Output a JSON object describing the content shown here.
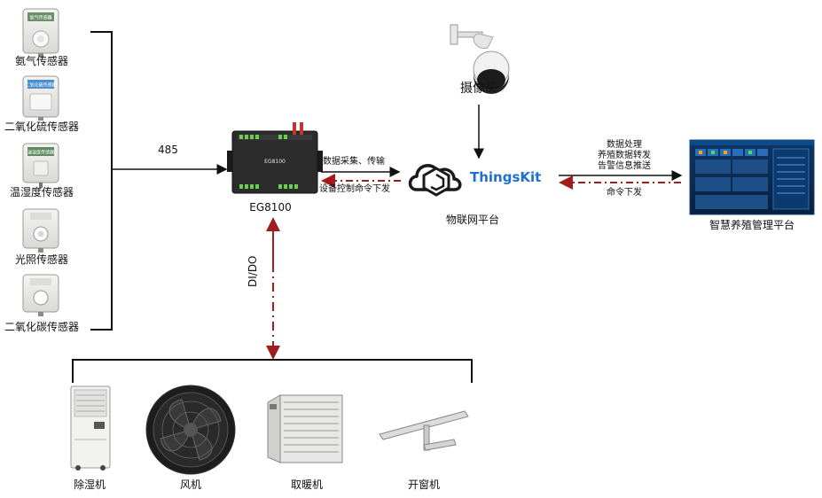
{
  "sensors": [
    {
      "label": "氨气传感器",
      "panel_text": "氨气传感器"
    },
    {
      "label": "二氧化硫传感器",
      "panel_text": "二氧化硫传感器"
    },
    {
      "label": "温湿度传感器",
      "panel_text": "温湿度传感器"
    },
    {
      "label": "光照传感器",
      "panel_text": ""
    },
    {
      "label": "二氧化碳传感器",
      "panel_text": ""
    }
  ],
  "bus_label": "485",
  "gateway": {
    "label": "EG8100",
    "device_text": "EG8100"
  },
  "gateway_to_platform": {
    "upload_label": "数据采集、传输",
    "command_label": "设备控制命令下发"
  },
  "vertical_link_label": "DI/DO",
  "camera": {
    "label": "摄像头"
  },
  "platform": {
    "brand": "ThingsKit",
    "label": "物联网平台"
  },
  "platform_to_app": {
    "upload_lines": [
      "数据处理",
      "养殖数据转发",
      "告警信息推送"
    ],
    "command_label": "命令下发"
  },
  "app": {
    "label": "智慧养殖管理平台"
  },
  "actuators": [
    {
      "label": "除湿机"
    },
    {
      "label": "风机"
    },
    {
      "label": "取暖机"
    },
    {
      "label": "开窗机"
    }
  ],
  "colors": {
    "arrow_black": "#111111",
    "arrow_red": "#a11d1d",
    "brand_blue": "#1f6fd1",
    "screen_dark": "#0a2a52"
  }
}
